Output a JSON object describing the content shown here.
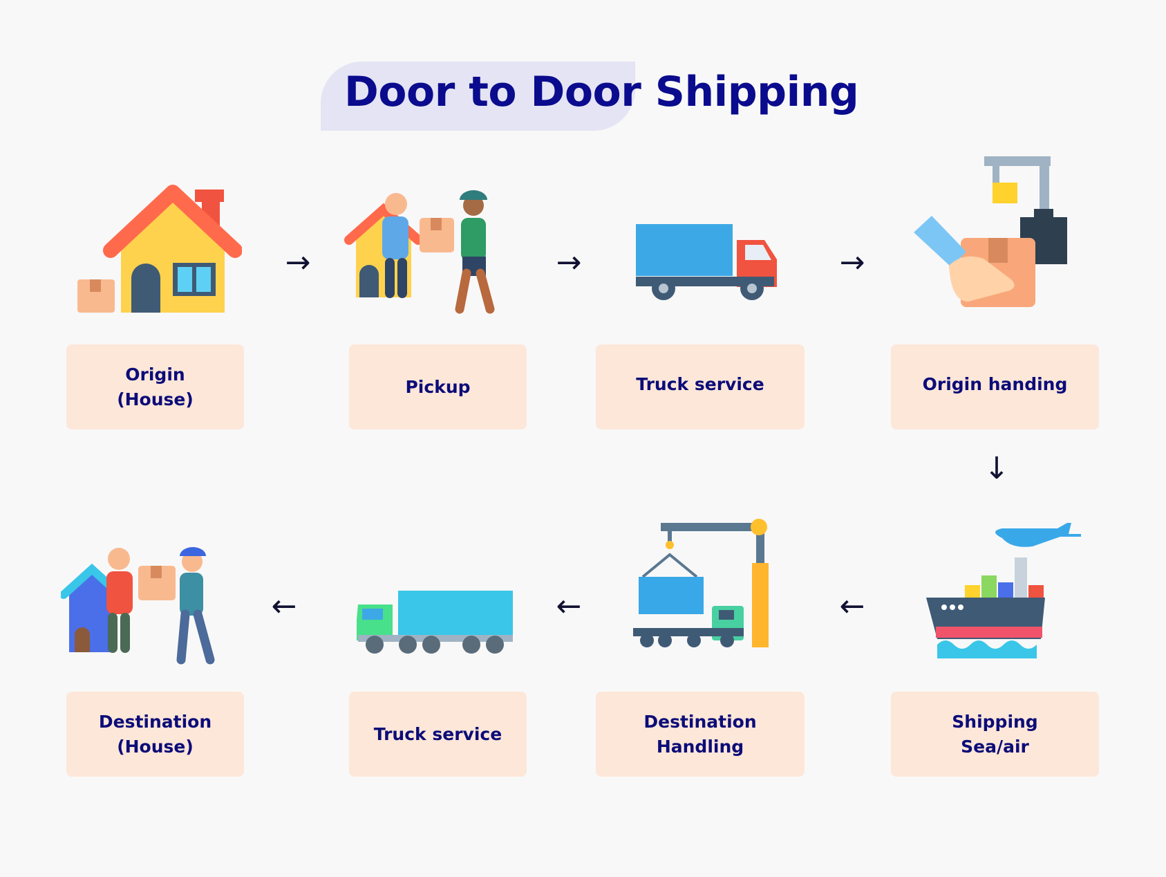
{
  "title": "Door to Door Shipping",
  "steps": [
    {
      "label": "Origin\n(House)",
      "icon": "house-icon"
    },
    {
      "label": "Pickup",
      "icon": "pickup-handover-icon"
    },
    {
      "label": "Truck service",
      "icon": "truck-icon"
    },
    {
      "label": "Origin handing",
      "icon": "crane-handling-icon"
    },
    {
      "label": "Shipping\nSea/air",
      "icon": "ship-plane-icon"
    },
    {
      "label": "Destination\nHandling",
      "icon": "crane-container-icon"
    },
    {
      "label": "Truck service",
      "icon": "container-truck-icon"
    },
    {
      "label": "Destination\n(House)",
      "icon": "delivery-handover-icon"
    }
  ],
  "arrows": {
    "right": "→",
    "down": "↓",
    "left": "←"
  },
  "colors": {
    "title": "#0b0b8e",
    "label": "#0c0c78",
    "box": "#fde7d9",
    "title_band": "#e4e4f4"
  }
}
